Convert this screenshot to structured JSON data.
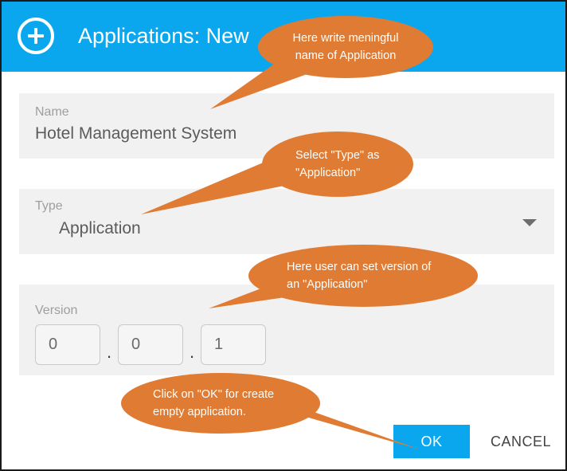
{
  "window": {
    "border_color": "#1a1a1a",
    "background": "#ffffff"
  },
  "header": {
    "title": "Applications: New",
    "icon": "plus-circle-icon",
    "background_color": "#0aa7ee",
    "text_color": "#ffffff"
  },
  "form": {
    "fields": [
      {
        "id": "name",
        "label": "Name",
        "value": "Hotel Management System"
      },
      {
        "id": "type",
        "label": "Type",
        "value": "Application",
        "control": "dropdown"
      },
      {
        "id": "version",
        "label": "Version",
        "parts": [
          "0",
          "0",
          "1"
        ],
        "separator": "."
      }
    ]
  },
  "buttons": {
    "ok": "OK",
    "cancel": "CANCEL",
    "ok_color": "#0aa7ee",
    "cancel_color": "#444444"
  },
  "callouts": {
    "color": "#e07b33",
    "items": [
      {
        "id": "name-callout",
        "line1": "Here write meningful",
        "line2": "name of Application",
        "points_to": "name-field"
      },
      {
        "id": "type-callout",
        "line1": "Select \"Type\" as",
        "line2": "\"Application\"",
        "points_to": "type-field"
      },
      {
        "id": "version-callout",
        "line1": "Here user can set version of",
        "line2": "an \"Application\"",
        "points_to": "version-field"
      },
      {
        "id": "ok-callout",
        "line1": "Click on \"OK\" for create",
        "line2": "empty application.",
        "points_to": "ok-button"
      }
    ]
  }
}
